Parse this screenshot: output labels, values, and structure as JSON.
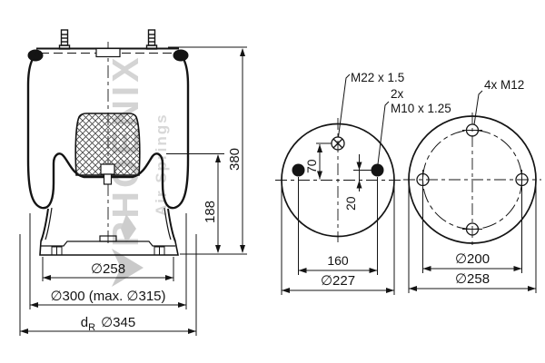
{
  "drawing": {
    "watermark": {
      "brand": "PHOENIX",
      "tagline": "Air Springs"
    },
    "side_view": {
      "dim_total_height": "380",
      "dim_piston_height": "188",
      "dim_base_dia": "∅258",
      "dim_max_dia": "∅300 (max. ∅315)",
      "dim_dr_prefix": "d",
      "dim_dr_sub": "R",
      "dim_dr_value": "∅345"
    },
    "piston_plate_view": {
      "label_air_fitting": "M22 x 1.5",
      "label_bolt_count": "2x",
      "label_bolt_thread": "M10 x 1.25",
      "dim_fitting_offset": "70",
      "dim_bolt_offset": "20",
      "dim_bolt_spacing": "160",
      "dim_outer_dia": "∅227"
    },
    "bead_plate_view": {
      "label_bolts": "4x M12",
      "dim_bolt_circle": "∅200",
      "dim_outer_dia": "∅258"
    },
    "colors": {
      "line": "#141414",
      "watermark": "#d4d4d4"
    }
  }
}
